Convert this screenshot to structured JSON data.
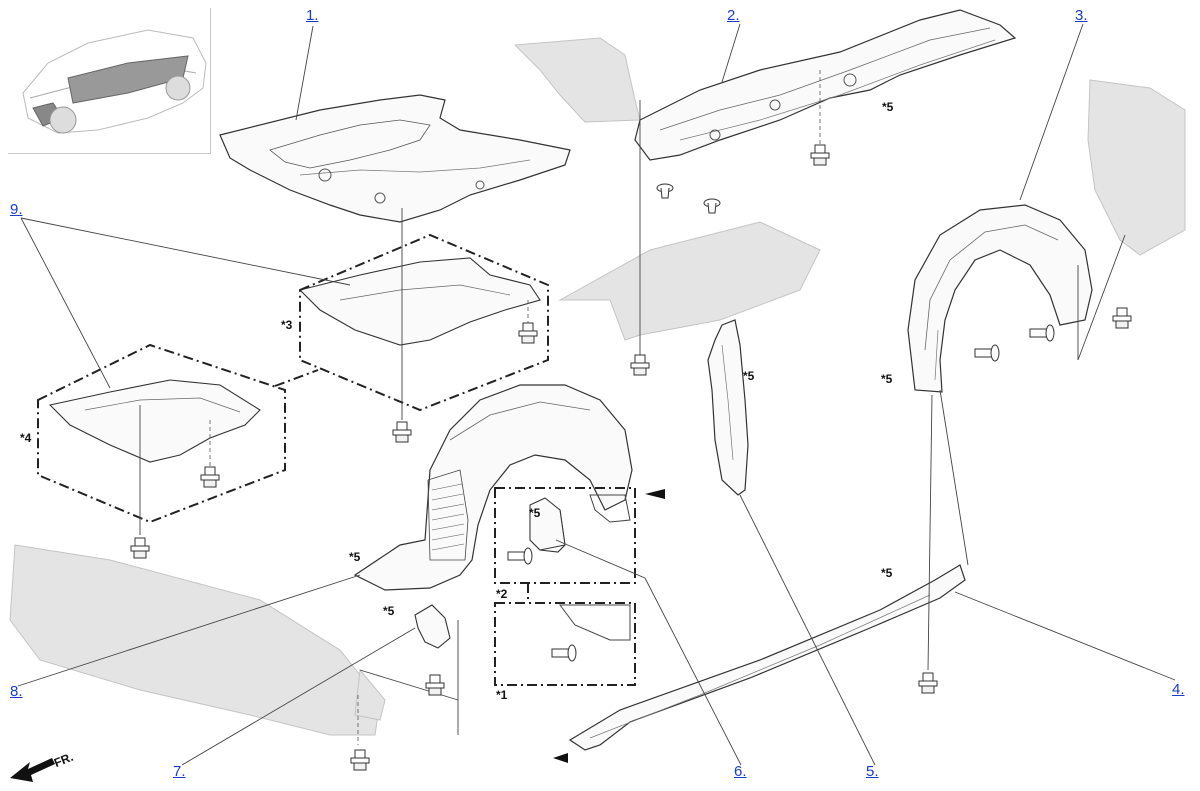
{
  "callouts": [
    {
      "id": "1",
      "label": "1."
    },
    {
      "id": "2",
      "label": "2."
    },
    {
      "id": "3",
      "label": "3."
    },
    {
      "id": "4",
      "label": "4."
    },
    {
      "id": "5",
      "label": "5."
    },
    {
      "id": "6",
      "label": "6."
    },
    {
      "id": "7",
      "label": "7."
    },
    {
      "id": "8",
      "label": "8."
    },
    {
      "id": "9",
      "label": "9."
    }
  ],
  "notes": {
    "n1": "*1",
    "n2": "*2",
    "n3": "*3",
    "n4": "*4",
    "n5": "*5"
  },
  "direction": {
    "label": "FR."
  },
  "colors": {
    "callout": "#1a3cc8",
    "line": "#333333",
    "ghost": "#e2e2e2",
    "ghost_stroke": "#c4c4c4",
    "part_fill": "#fafafa"
  },
  "icons": {
    "direction": "front-arrow-icon",
    "fastener": "bolt-icon",
    "vehicle": "vehicle-locator-thumbnail"
  }
}
